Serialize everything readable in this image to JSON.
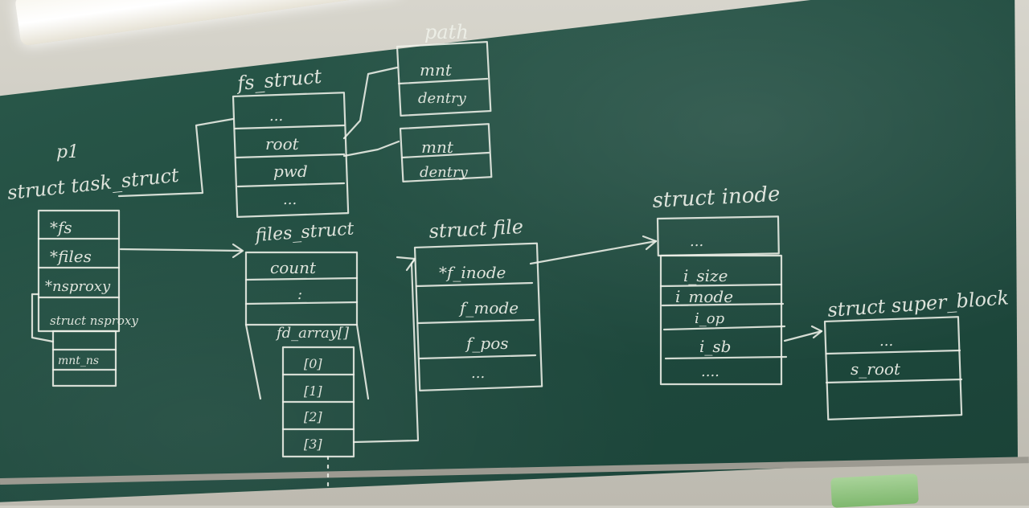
{
  "scene": "chalkboard",
  "chalk_color": "#eef0e8",
  "board_color": "#22503f",
  "task": {
    "name_label": "p1",
    "title": "struct task_struct",
    "fields": [
      "*fs",
      "*files",
      "*nsproxy"
    ],
    "sub_title": "struct nsproxy",
    "sub_field": "mnt_ns"
  },
  "fs_struct": {
    "title": "fs_struct",
    "fields": [
      "...",
      "root",
      "pwd",
      "..."
    ]
  },
  "path": {
    "title": "path",
    "box1": [
      "mnt",
      "dentry"
    ],
    "box2": [
      "mnt",
      "dentry"
    ]
  },
  "files_struct": {
    "title": "files_struct",
    "fields": [
      "count",
      ":",
      "fd_array[]"
    ],
    "array": [
      "[0]",
      "[1]",
      "[2]",
      "[3]"
    ]
  },
  "file": {
    "title": "struct file",
    "fields": [
      "*f_inode",
      "f_mode",
      "f_pos",
      "..."
    ]
  },
  "inode": {
    "title": "struct inode",
    "fields": [
      "...",
      "i_size",
      "i_mode",
      "i_op",
      "i_sb",
      "...."
    ]
  },
  "super": {
    "title": "struct super_block",
    "fields": [
      "...",
      "s_root",
      ""
    ]
  }
}
